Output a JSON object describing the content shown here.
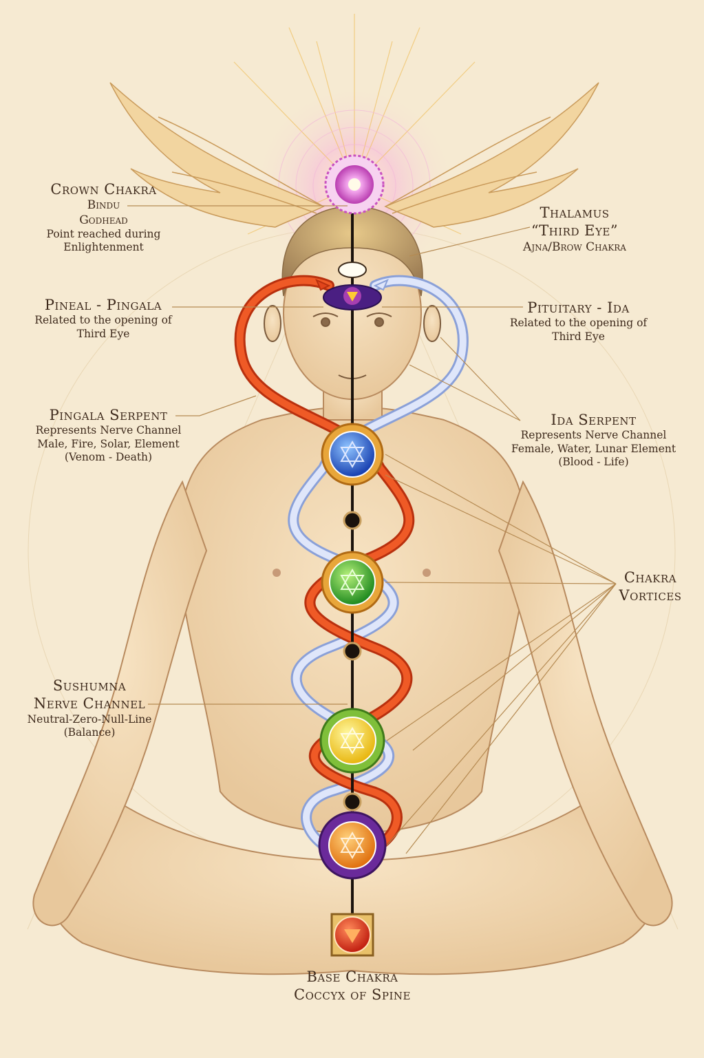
{
  "labels": {
    "crown": {
      "title": "Crown Chakra",
      "line1": "Bindu",
      "line2": "Godhead",
      "line3": "Point reached during",
      "line4": "Enlightenment"
    },
    "thalamus": {
      "title": "Thalamus",
      "line1": "“Third Eye”",
      "line2": "Ajna/Brow Chakra"
    },
    "pineal": {
      "title": "Pineal - Pingala",
      "line1": "Related to the opening of",
      "line2": "Third Eye"
    },
    "pituitary": {
      "title": "Pituitary - Ida",
      "line1": "Related to the opening of",
      "line2": "Third Eye"
    },
    "pingala_serpent": {
      "title": "Pingala Serpent",
      "line1": "Represents Nerve Channel",
      "line2": "Male, Fire, Solar, Element",
      "line3": "(Venom - Death)"
    },
    "ida_serpent": {
      "title": "Ida Serpent",
      "line1": "Represents Nerve Channel",
      "line2": "Female, Water, Lunar Element",
      "line3": "(Blood - Life)"
    },
    "chakra_vortices": {
      "line1": "Chakra",
      "line2": "Vortices"
    },
    "sushumna": {
      "line1": "Sushumna",
      "line2": "Nerve Channel",
      "line3": "Neutral-Zero-Null-Line",
      "line4": "(Balance)"
    },
    "base": {
      "title": "Base Chakra",
      "line1": "Coccyx of Spine"
    }
  },
  "colors": {
    "background": "#f6ead2",
    "skin": "#f1d9b4",
    "pingala": "#e2451b",
    "ida": "#c9d4f0",
    "spine": "#1a120c",
    "leader_line": "#b58a52"
  },
  "chakras": [
    {
      "name": "crown",
      "color": "#e06ad6"
    },
    {
      "name": "third-eye",
      "color": "#5b2a8c"
    },
    {
      "name": "throat",
      "color": "#1f5fd6"
    },
    {
      "name": "heart",
      "color": "#2fa62c"
    },
    {
      "name": "solar-plexus",
      "color": "#f4d21a"
    },
    {
      "name": "sacral",
      "color": "#f28a1a"
    },
    {
      "name": "base",
      "color": "#d8301a"
    }
  ]
}
